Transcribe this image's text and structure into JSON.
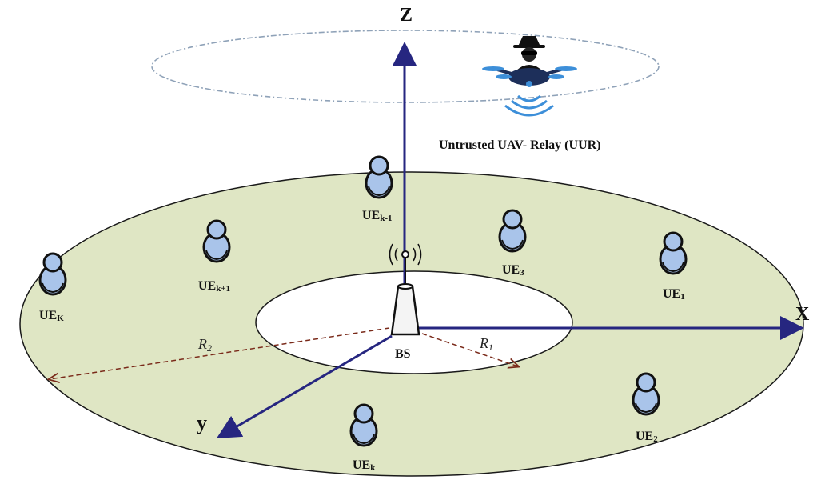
{
  "colors": {
    "ring_fill": "#dfe6c4",
    "ring_stroke": "#1a1a1a",
    "axis": "#262680",
    "radius_line": "#7a2a1a",
    "user_body": "#a9c4ea",
    "user_outline": "#111111",
    "drone_body": "#1d2f5a",
    "signal": "#3d8fd9",
    "orbit": "#8fa2b8"
  },
  "axes": {
    "z_label": "Z",
    "x_label": "X",
    "y_label": "y"
  },
  "base_station": {
    "label": "BS",
    "icon": "base-station-tower-icon"
  },
  "radii": {
    "inner": "R",
    "inner_sub": "1",
    "outer": "R",
    "outer_sub": "2"
  },
  "uav": {
    "caption": "Untrusted UAV- Relay (UUR)",
    "icon": "spy-drone-icon"
  },
  "users": [
    {
      "id": "ue-k-minus-1",
      "base": "UE",
      "sub": "k-1"
    },
    {
      "id": "ue-k-plus-1",
      "base": "UE",
      "sub": "k+1"
    },
    {
      "id": "ue-3",
      "base": "UE",
      "sub": "3"
    },
    {
      "id": "ue-1",
      "base": "UE",
      "sub": "1"
    },
    {
      "id": "ue-K",
      "base": "UE",
      "sub": "K"
    },
    {
      "id": "ue-2",
      "base": "UE",
      "sub": "2"
    },
    {
      "id": "ue-k",
      "base": "UE",
      "sub": "k"
    }
  ]
}
